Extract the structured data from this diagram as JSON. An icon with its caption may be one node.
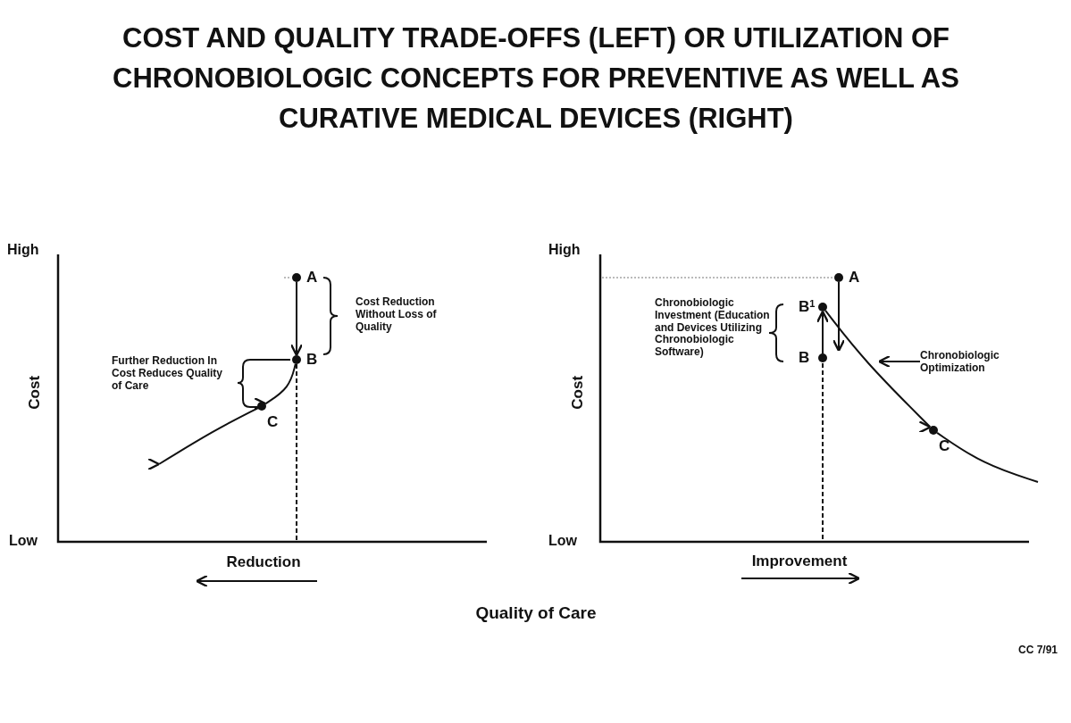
{
  "diagram": {
    "title": "COST AND QUALITY TRADE-OFFS (LEFT) OR UTILIZATION OF CHRONOBIOLOGIC CONCEPTS FOR PREVENTIVE AS WELL AS CURATIVE MEDICAL DEVICES (RIGHT)",
    "nodes": [
      {
        "text": [
          "A"
        ]
      },
      {
        "text": [
          "B"
        ]
      },
      {
        "text": [
          "C"
        ]
      },
      {
        "text": [
          "A"
        ]
      },
      {
        "text": [
          "B$^{1}$"
        ]
      },
      {
        "text": [
          "B"
        ]
      },
      {
        "text": [
          "C"
        ]
      },
      {
        "text": [
          "Chronobiologic Optimization"
        ]
      }
    ],
    "edges": [
      {
        "from": 0,
        "to": 1,
        "arrow": "to"
      },
      {
        "from": 1,
        "to": 2,
        "arrow": "to"
      },
      {
        "from": 2,
        "to": null,
        "arrow": "to"
      },
      {
        "from": 3,
        "to": 5,
        "arrow": "to"
      },
      {
        "from": 5,
        "to": 4,
        "arrow": "to"
      },
      {
        "from": 4,
        "to": 6,
        "arrow": "to"
      },
      {
        "from": 6,
        "to": null,
        "arrow": "none"
      },
      {
        "from": 7,
        "to": null,
        "arrow": "to"
      }
    ],
    "labels": [
      "High",
      "Cost",
      "Low",
      "Cost Reduction Without Loss of Quality",
      "Further Reduction In Cost Reduces Quality of Care",
      "Reduction",
      "High",
      "Cost",
      "Low",
      "Chronobiologic Investment (Education and Devices Utilizing Chronobiologic Software)",
      "Improvement",
      "Quality of Care",
      "CC 7/91"
    ]
  }
}
